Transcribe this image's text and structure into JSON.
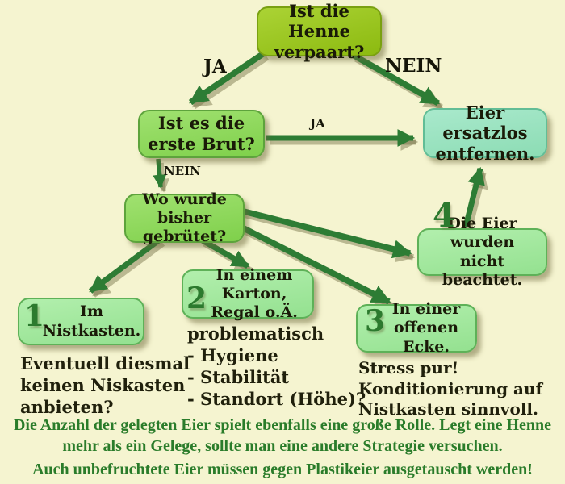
{
  "colors": {
    "bg": "#f5f4d0",
    "arrow": "#2d7c34",
    "ink": "#1a1a08",
    "num": "#2c7a2e",
    "footer": "#2a7c2a",
    "node_top_green": "#9ac41e",
    "node_question_green": "#8ed95e",
    "node_result_teal": "#9ce2c1",
    "node_option_green": "#a5eba2"
  },
  "nodes": {
    "verpaart": {
      "text": "Ist die Henne\nverpaart?"
    },
    "erste_brut": {
      "text": "Ist es die\nerste Brut?"
    },
    "entfernen": {
      "text": "Eier ersatzlos\nentfernen."
    },
    "wo": {
      "text": "Wo wurde\nbisher gebrütet?"
    },
    "nistkasten": {
      "number": "1",
      "text": "Im\nNistkasten."
    },
    "karton": {
      "number": "2",
      "text": "In einem Karton,\nRegal o.Ä."
    },
    "ecke": {
      "number": "3",
      "text": "In einer\noffenen Ecke."
    },
    "nicht_beachtet": {
      "number": "4",
      "text": "Die Eier wurden\nnicht beachtet."
    }
  },
  "labels": {
    "ja_top": "JA",
    "nein_top": "NEIN",
    "ja_mid": "JA",
    "nein_mid": "NEIN"
  },
  "notes": {
    "nistkasten": "Eventuell diesmal\nkeinen Niskasten\nanbieten?",
    "karton": "problematisch\n- Hygiene\n- Stabilität\n- Standort (Höhe)?",
    "ecke": "Stress pur!\nKonditionierung auf\nNistkasten sinnvoll."
  },
  "footer": {
    "line1": "Die Anzahl der gelegten Eier spielt ebenfalls eine große Rolle. Legt eine Henne\nmehr als ein Gelege, sollte man eine andere Strategie versuchen.",
    "line2": "Auch unbefruchtete Eier müssen gegen Plastikeier ausgetauscht werden!"
  }
}
